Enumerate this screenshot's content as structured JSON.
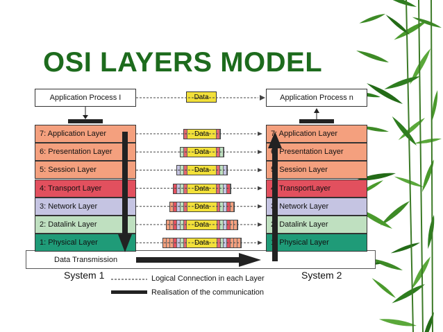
{
  "slide": {
    "title": "OSI LAYERS MODEL"
  },
  "colors": {
    "title": "#1d6b1d",
    "data_packet": "#f2e03a"
  },
  "diagram": {
    "left_process": "Application Process I",
    "right_process": "Application Process n",
    "top_data": "Data",
    "left_layers": [
      "7: Application Layer",
      "6: Presentation Layer",
      "5: Session Layer",
      "4: Transport Layer",
      "3: Network Layer",
      "2: Datalink Layer",
      "1: Physical Layer"
    ],
    "right_layers": [
      "7: Application Layer",
      "6: Presentation Layer",
      "5: Session Layer",
      "4: TransportLayer",
      "3: Network Layer",
      "2: Datalink Layer",
      "1: Physical Layer"
    ],
    "layer_colors": [
      "#f4a07e",
      "#f4a07e",
      "#f4a07e",
      "#e2505e",
      "#c5c4e2",
      "#bfe0c0",
      "#1f9b78"
    ],
    "packet_label": "Data",
    "data_transmission": "Data Transmission",
    "system_left": "System 1",
    "system_right": "System 2",
    "legend_logical": "Logical Connection  in  each Layer",
    "legend_realisation": "Realisation  of the  communication"
  }
}
